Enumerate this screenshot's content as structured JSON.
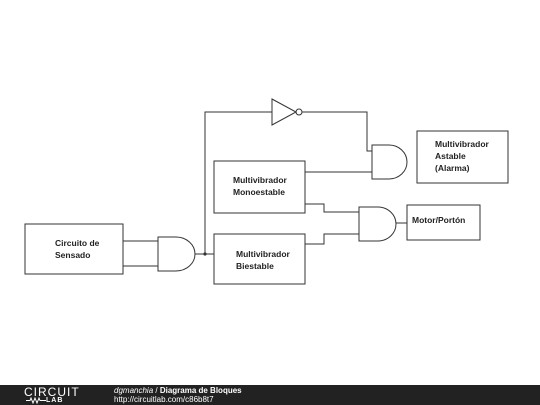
{
  "diagram": {
    "blocks": {
      "sensor": [
        "Circuito de",
        "Sensado"
      ],
      "mono": [
        "Multivibrador",
        "Monoestable"
      ],
      "bistable": [
        "Multivibrador",
        "Biestable"
      ],
      "astable": [
        "Multivibrador",
        "Astable",
        "(Alarma)"
      ],
      "motor": [
        "Motor/Portón"
      ]
    },
    "gates": [
      "and-gate",
      "and-gate",
      "and-gate",
      "not-gate"
    ]
  },
  "footer": {
    "logo_top": "CIRCUIT",
    "logo_bottom": "LAB",
    "author": "dgmanchia",
    "separator": " / ",
    "title": "Diagrama de Bloques",
    "url": "http://circuitlab.com/c86b8t7"
  },
  "colors": {
    "line": "#333333",
    "footer_bg": "#222222"
  }
}
